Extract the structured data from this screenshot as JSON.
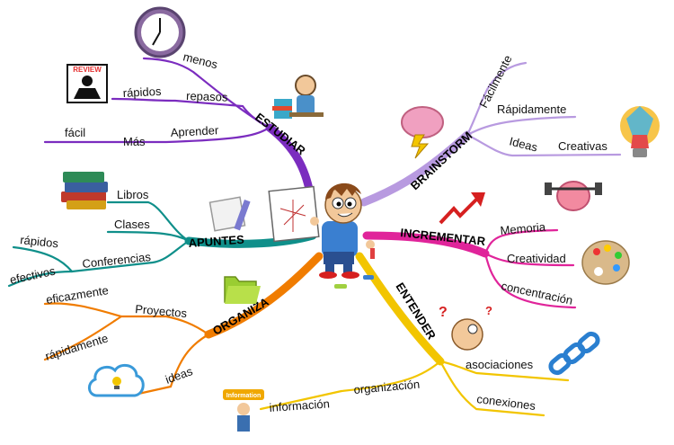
{
  "center": {
    "icon": "boy-holding-mindmap"
  },
  "branches": {
    "estudiar": {
      "label": "ESTUDIAR",
      "color": "#7b2cbf",
      "items": [
        "menos",
        "repasos",
        "rápidos",
        "Aprender",
        "Más",
        "fácil"
      ],
      "icons": [
        "clock-icon",
        "review-icon",
        "student-at-desk-icon"
      ],
      "icon_text": {
        "review": "REVIEW"
      }
    },
    "apuntes": {
      "label": "APUNTES",
      "color": "#0f8f8a",
      "items": [
        "Libros",
        "Clases",
        "Conferencias",
        "rápidos",
        "efectivos"
      ],
      "icons": [
        "books-icon",
        "note-pad-icon"
      ]
    },
    "organiza": {
      "label": "ORGANIZA",
      "color": "#f07c00",
      "items": [
        "Proyectos",
        "eficazmente",
        "rápidamente",
        "ideas"
      ],
      "icons": [
        "folder-icon",
        "idea-cloud-icon"
      ]
    },
    "brainstorm": {
      "label": "BRAINSTORM",
      "color": "#b89ae0",
      "items": [
        "Fácilmente",
        "Rápidamente",
        "Ideas",
        "Creativas"
      ],
      "icons": [
        "brain-storm-icon",
        "lightbulb-icon"
      ]
    },
    "incrementar": {
      "label": "INCREMENTAR",
      "color": "#e0249a",
      "items": [
        "Memoria",
        "Creatividad",
        "concentración"
      ],
      "icons": [
        "rising-arrow-icon",
        "brain-lifting-icon",
        "paint-palette-icon"
      ]
    },
    "entender": {
      "label": "ENTENDER",
      "color": "#f2c500",
      "items": [
        "asociaciones",
        "conexiones",
        "organización",
        "información"
      ],
      "icons": [
        "confused-boy-icon",
        "chain-icon",
        "information-person-icon"
      ],
      "icon_text": {
        "information": "Information"
      }
    }
  }
}
